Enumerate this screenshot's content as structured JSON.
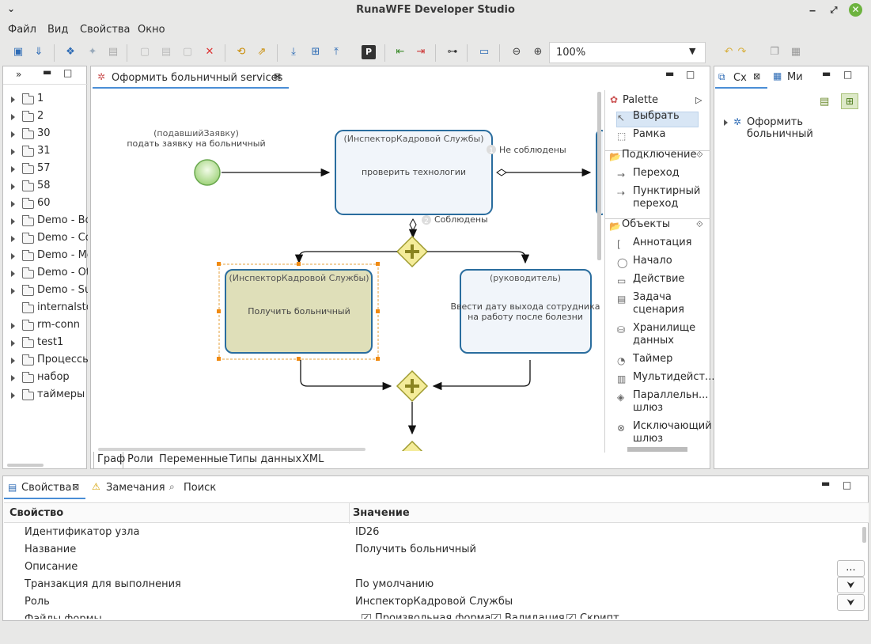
{
  "window": {
    "title": "RunaWFE Developer Studio"
  },
  "menu": [
    "Файл",
    "Вид",
    "Свойства",
    "Окно"
  ],
  "toolbar": {
    "zoom": "100%"
  },
  "tree": {
    "items": [
      "1",
      "2",
      "30",
      "31",
      "57",
      "58",
      "60",
      "Demo - Bot",
      "Demo - Con",
      "Demo - Me",
      "Demo - Oth",
      "Demo - Sub",
      "internalsto",
      "rm-conn",
      "test1",
      "Процессы",
      "набор",
      "таймеры"
    ]
  },
  "editor": {
    "tab": "Оформить больничный services"
  },
  "diagram": {
    "start_top": "(подавшийЗаявку)",
    "start_bottom": "подать заявку на больничный",
    "task1_role": "(ИнспекторКадровой Службы)",
    "task1_name": "проверить технологии",
    "task2_role": "(ИнспекторКадровой Службы)",
    "task2_name": "Получить больничный",
    "task3_role": "(руководитель)",
    "task3_name": "Ввести дату выхода сотрудника на работу после болезни",
    "flow1_num": "1",
    "flow1_label": "Не соблюдены",
    "flow2_num": "2",
    "flow2_label": "Соблюдены"
  },
  "palette": {
    "header": "Palette",
    "tools": [
      "Выбрать",
      "Рамка"
    ],
    "group1": "Подключение",
    "connections": [
      "Переход",
      "Пунктирный переход"
    ],
    "group2": "Объекты",
    "objects": [
      "Аннотация",
      "Начало",
      "Действие",
      "Задача сценария",
      "Хранилище данных",
      "Таймер",
      "Мультидейст...",
      "Параллельн... шлюз",
      "Исключающий шлюз"
    ]
  },
  "editor_tabs": [
    "Граф",
    "Роли",
    "Переменные",
    "Типы данных",
    "XML"
  ],
  "right_panel": {
    "tabs": [
      "Сх",
      "Ми"
    ],
    "tree_item": "Оформить больничный"
  },
  "bottom": {
    "tabs": [
      "Свойства",
      "Замечания",
      "Поиск"
    ],
    "col_property": "Свойство",
    "col_value": "Значение",
    "rows": [
      {
        "name": "Идентификатор узла",
        "value": "ID26"
      },
      {
        "name": "Название",
        "value": "Получить больничный"
      },
      {
        "name": "Описание",
        "value": ""
      },
      {
        "name": "Транзакция для выполнения",
        "value": "По умолчанию"
      },
      {
        "name": "Роль",
        "value": "ИнспекторКадровой Службы"
      },
      {
        "name": "Файлы формы",
        "value": ""
      }
    ],
    "checks": [
      "Произвольная форма",
      "Валидация",
      "Скрипт"
    ],
    "ellipsis": "..."
  }
}
